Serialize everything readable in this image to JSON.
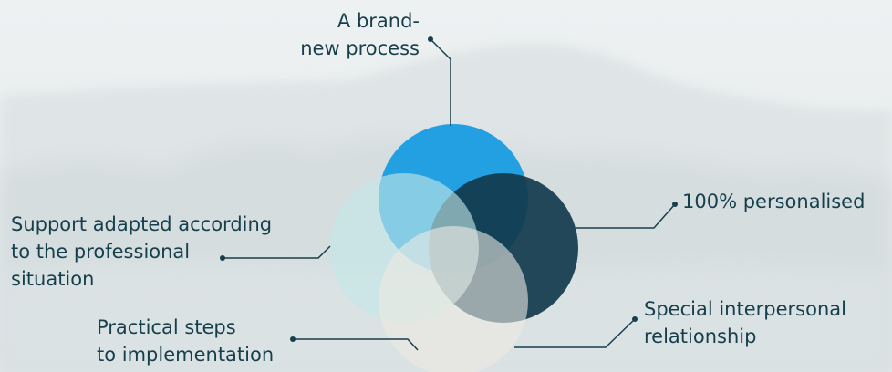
{
  "diagram": {
    "labels": {
      "top": "A brand-\nnew process",
      "right": "100% personalised",
      "left": "Support adapted according\nto the professional\nsituation",
      "bottom_right": "Special interpersonal\nrelationship",
      "bottom_left": "Practical steps\nto implementation"
    },
    "circles": [
      {
        "name": "circle-top",
        "color": "#22a0e2"
      },
      {
        "name": "circle-right",
        "color": "#123a4c"
      },
      {
        "name": "circle-left",
        "color": "#c3e6e6"
      },
      {
        "name": "circle-bottom",
        "color": "#ece9e3"
      }
    ],
    "connector_color": "#163f4c",
    "text_color": "#163f4c"
  }
}
